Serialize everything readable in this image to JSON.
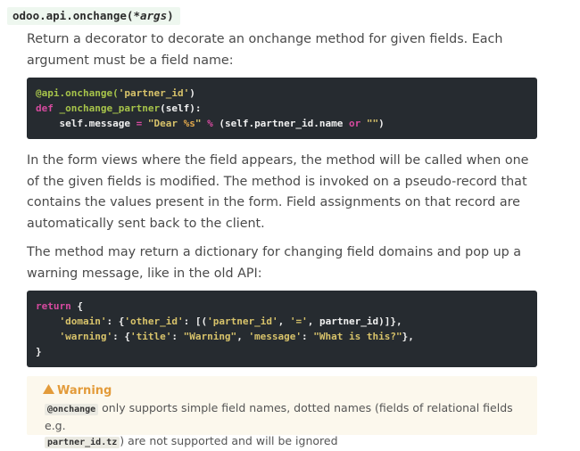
{
  "signature": {
    "name": "odoo.api.onchange(",
    "args": "*args",
    "close": ")"
  },
  "intro": "Return a decorator to decorate an onchange method for given fields. Each argument must be a field name:",
  "code1": {
    "line1": {
      "decorator": "@api.onchange(",
      "arg": "'partner_id'",
      "close": ")"
    },
    "line2": {
      "kw": "def",
      "fn": "_onchange_partner",
      "rest": "(self):"
    },
    "line3": {
      "lhs": "    self.message ",
      "eq": "=",
      "s1": " \"Dear ",
      "fmt": "%s",
      "s2": "\"",
      "pct": " % ",
      "mid": "(self.partner_id.name ",
      "or": "or",
      "s3": " \"\"",
      "end": ")"
    }
  },
  "para2": "In the form views where the field appears, the method will be called when one of the given fields is modified. The method is invoked on a pseudo-record that contains the values present in the form. Field assignments on that record are automatically sent back to the client.",
  "para3": "The method may return a dictionary for changing field domains and pop up a warning message, like in the old API:",
  "code2": {
    "line1": {
      "kw": "return",
      "rest": " {"
    },
    "line2": {
      "k": "    'domain'",
      "a": ": {",
      "k2": "'other_id'",
      "b": ": [(",
      "k3": "'partner_id'",
      "c": ", ",
      "k4": "'='",
      "d": ", partner_id)]},"
    },
    "line3": {
      "k": "    'warning'",
      "a": ": {",
      "k2": "'title'",
      "b": ": ",
      "k3": "\"Warning\"",
      "c": ", ",
      "k4": "'message'",
      "d": ": ",
      "k5": "\"What is this?\"",
      "e": "},"
    },
    "line4": {
      "text": "}"
    }
  },
  "warning": {
    "icon": "warning-triangle-icon",
    "title": "Warning",
    "code1": "@onchange",
    "text1": " only supports simple field names, dotted names (fields of relational fields e.g.",
    "code2": "partner_id.tz",
    "text2": ") are not supported and will be ignored"
  }
}
